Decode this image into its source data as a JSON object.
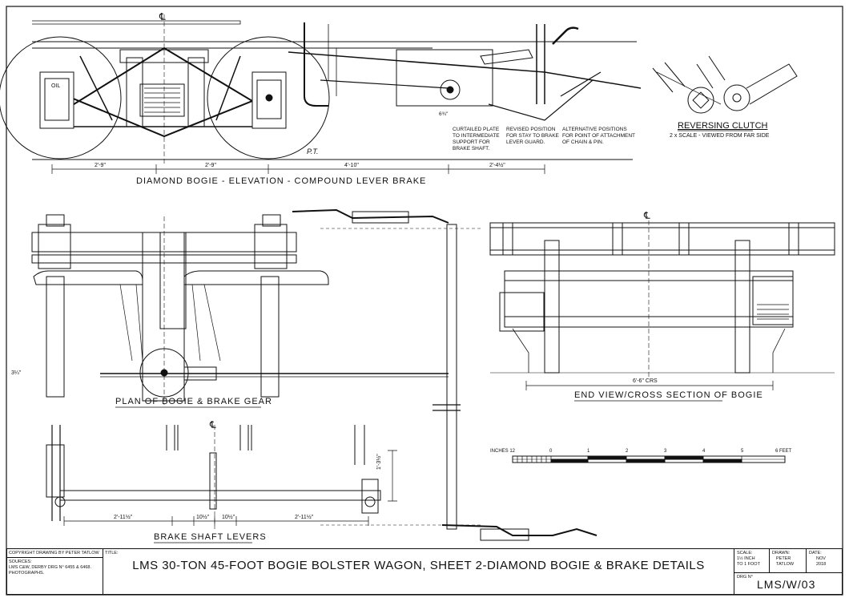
{
  "views": {
    "elevation_title": "DIAMOND BOGIE  -  ELEVATION  -  COMPOUND LEVER BRAKE",
    "plan_title": "PLAN OF BOGIE & BRAKE GEAR",
    "end_title": "END VIEW/CROSS SECTION OF BOGIE",
    "levers_title": "BRAKE SHAFT LEVERS",
    "clutch_title": "REVERSING CLUTCH",
    "clutch_sub": "2 x SCALE - VIEWED FROM FAR SIDE"
  },
  "notes": {
    "oil": "OIL",
    "pt": "P.T.",
    "curtailed": [
      "CURTAILED PLATE",
      "TO INTERMEDIATE",
      "SUPPORT FOR",
      "BRAKE SHAFT."
    ],
    "revised": [
      "REVISED POSITION",
      "FOR STAY TO BRAKE",
      "LEVER GUARD."
    ],
    "alternative": [
      "ALTERNATIVE POSITIONS",
      "FOR POINT OF ATTACHMENT",
      "OF CHAIN & PIN."
    ],
    "small_dim": "6¾\""
  },
  "dims": {
    "elevation": [
      "2'-9\"",
      "2'-9\"",
      "4'-10\"",
      "2'-4½\""
    ],
    "levers": [
      "2'-11½\"",
      "10½\"",
      "10½\"",
      "2'-11½\""
    ],
    "levers_vertical": "1'-3½\"",
    "end_crs": "6'-6\" CRS",
    "plan_left": "3¼\"",
    "centre": "℄"
  },
  "scale_bar": {
    "inches_label": "INCHES 12",
    "ticks": [
      "0",
      "1",
      "2",
      "3",
      "4",
      "5",
      "6 FEET"
    ]
  },
  "title_block": {
    "copyright": "COPYRIGHT DRAWING BY PETER TATLOW",
    "sources_label": "SOURCES:",
    "sources": [
      "LMS C&W, DERBY DRG N° 6455 & 6468.",
      "PHOTOGRAPHS."
    ],
    "title_label": "TITLE:",
    "title": "LMS 30-TON 45-FOOT BOGIE BOLSTER WAGON, SHEET 2-DIAMOND BOGIE & BRAKE DETAILS",
    "scale_label": "SCALE:",
    "scale": [
      "1½ INCH",
      "TO 1 FOOT"
    ],
    "drawn_label": "DRAWN:",
    "drawn": [
      "PETER",
      "TATLOW"
    ],
    "date_label": "DATE:",
    "date": [
      "NOV",
      "2018"
    ],
    "drg_label": "DRG N°",
    "drg_no": "LMS/W/03"
  }
}
